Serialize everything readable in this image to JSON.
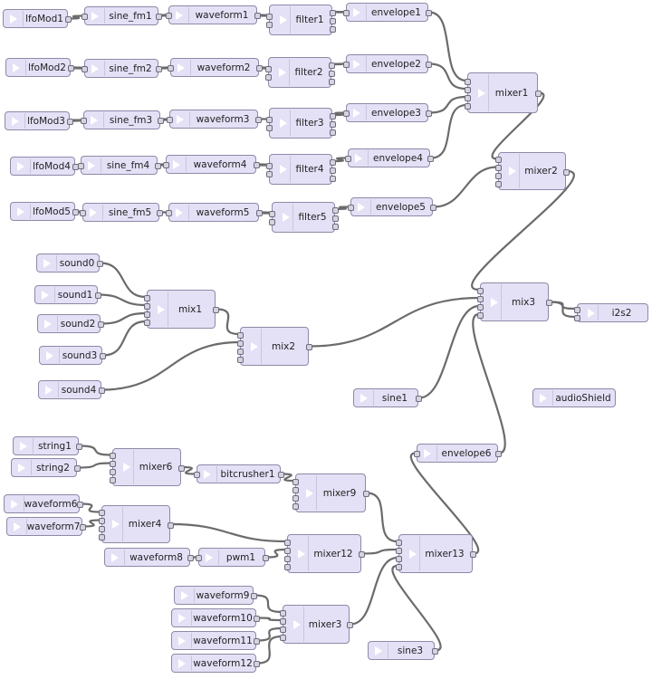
{
  "nodes": [
    {
      "id": "lfoMod1",
      "label": "lfoMod1",
      "in": 0,
      "out": 1
    },
    {
      "id": "sine_fm1",
      "label": "sine_fm1",
      "in": 1,
      "out": 1
    },
    {
      "id": "waveform1",
      "label": "waveform1",
      "in": 1,
      "out": 1
    },
    {
      "id": "filter1",
      "label": "filter1",
      "in": 2,
      "out": 3
    },
    {
      "id": "envelope1",
      "label": "envelope1",
      "in": 1,
      "out": 1
    },
    {
      "id": "lfoMod2",
      "label": "lfoMod2",
      "in": 0,
      "out": 1
    },
    {
      "id": "sine_fm2",
      "label": "sine_fm2",
      "in": 1,
      "out": 1
    },
    {
      "id": "waveform2",
      "label": "waveform2",
      "in": 1,
      "out": 1
    },
    {
      "id": "filter2",
      "label": "filter2",
      "in": 2,
      "out": 3
    },
    {
      "id": "envelope2",
      "label": "envelope2",
      "in": 1,
      "out": 1
    },
    {
      "id": "lfoMod3",
      "label": "lfoMod3",
      "in": 0,
      "out": 1
    },
    {
      "id": "sine_fm3",
      "label": "sine_fm3",
      "in": 1,
      "out": 1
    },
    {
      "id": "waveform3",
      "label": "waveform3",
      "in": 1,
      "out": 1
    },
    {
      "id": "filter3",
      "label": "filter3",
      "in": 2,
      "out": 3
    },
    {
      "id": "envelope3",
      "label": "envelope3",
      "in": 1,
      "out": 1
    },
    {
      "id": "lfoMod4",
      "label": "lfoMod4",
      "in": 0,
      "out": 1
    },
    {
      "id": "sine_fm4",
      "label": "sine_fm4",
      "in": 1,
      "out": 1
    },
    {
      "id": "waveform4",
      "label": "waveform4",
      "in": 1,
      "out": 1
    },
    {
      "id": "filter4",
      "label": "filter4",
      "in": 2,
      "out": 3
    },
    {
      "id": "envelope4",
      "label": "envelope4",
      "in": 1,
      "out": 1
    },
    {
      "id": "lfoMod5",
      "label": "lfoMod5",
      "in": 0,
      "out": 1
    },
    {
      "id": "sine_fm5",
      "label": "sine_fm5",
      "in": 1,
      "out": 1
    },
    {
      "id": "waveform5",
      "label": "waveform5",
      "in": 1,
      "out": 1
    },
    {
      "id": "filter5",
      "label": "filter5",
      "in": 2,
      "out": 3
    },
    {
      "id": "envelope5",
      "label": "envelope5",
      "in": 1,
      "out": 1
    },
    {
      "id": "mixer1",
      "label": "mixer1",
      "in": 4,
      "out": 1
    },
    {
      "id": "mixer2",
      "label": "mixer2",
      "in": 4,
      "out": 1
    },
    {
      "id": "sound0",
      "label": "sound0",
      "in": 0,
      "out": 1
    },
    {
      "id": "sound1",
      "label": "sound1",
      "in": 0,
      "out": 1
    },
    {
      "id": "sound2",
      "label": "sound2",
      "in": 0,
      "out": 1
    },
    {
      "id": "sound3",
      "label": "sound3",
      "in": 0,
      "out": 1
    },
    {
      "id": "sound4",
      "label": "sound4",
      "in": 0,
      "out": 1
    },
    {
      "id": "mix1",
      "label": "mix1",
      "in": 4,
      "out": 1
    },
    {
      "id": "mix2",
      "label": "mix2",
      "in": 4,
      "out": 1
    },
    {
      "id": "mix3",
      "label": "mix3",
      "in": 4,
      "out": 1
    },
    {
      "id": "i2s2",
      "label": "i2s2",
      "in": 2,
      "out": 0
    },
    {
      "id": "sine1",
      "label": "sine1",
      "in": 0,
      "out": 1
    },
    {
      "id": "audioShield",
      "label": "audioShield",
      "in": 0,
      "out": 0
    },
    {
      "id": "envelope6",
      "label": "envelope6",
      "in": 1,
      "out": 1
    },
    {
      "id": "string1",
      "label": "string1",
      "in": 0,
      "out": 1
    },
    {
      "id": "string2",
      "label": "string2",
      "in": 0,
      "out": 1
    },
    {
      "id": "mixer6",
      "label": "mixer6",
      "in": 4,
      "out": 1
    },
    {
      "id": "bitcrusher1",
      "label": "bitcrusher1",
      "in": 1,
      "out": 1
    },
    {
      "id": "mixer9",
      "label": "mixer9",
      "in": 4,
      "out": 1
    },
    {
      "id": "waveform6",
      "label": "waveform6",
      "in": 0,
      "out": 1
    },
    {
      "id": "waveform7",
      "label": "waveform7",
      "in": 0,
      "out": 1
    },
    {
      "id": "mixer4",
      "label": "mixer4",
      "in": 4,
      "out": 1
    },
    {
      "id": "waveform8",
      "label": "waveform8",
      "in": 0,
      "out": 1
    },
    {
      "id": "pwm1",
      "label": "pwm1",
      "in": 1,
      "out": 1
    },
    {
      "id": "mixer12",
      "label": "mixer12",
      "in": 4,
      "out": 1
    },
    {
      "id": "mixer13",
      "label": "mixer13",
      "in": 4,
      "out": 1
    },
    {
      "id": "waveform9",
      "label": "waveform9",
      "in": 0,
      "out": 1
    },
    {
      "id": "waveform10",
      "label": "waveform10",
      "in": 0,
      "out": 1
    },
    {
      "id": "waveform11",
      "label": "waveform11",
      "in": 0,
      "out": 1
    },
    {
      "id": "waveform12",
      "label": "waveform12",
      "in": 0,
      "out": 1
    },
    {
      "id": "mixer3",
      "label": "mixer3",
      "in": 4,
      "out": 1
    },
    {
      "id": "sine3",
      "label": "sine3",
      "in": 0,
      "out": 1
    }
  ],
  "connections": [
    [
      "lfoMod1",
      0,
      "sine_fm1",
      0
    ],
    [
      "sine_fm1",
      0,
      "waveform1",
      0
    ],
    [
      "waveform1",
      0,
      "filter1",
      0
    ],
    [
      "filter1",
      0,
      "envelope1",
      0
    ],
    [
      "envelope1",
      0,
      "mixer1",
      0
    ],
    [
      "lfoMod2",
      0,
      "sine_fm2",
      0
    ],
    [
      "sine_fm2",
      0,
      "waveform2",
      0
    ],
    [
      "waveform2",
      0,
      "filter2",
      0
    ],
    [
      "filter2",
      0,
      "envelope2",
      0
    ],
    [
      "envelope2",
      0,
      "mixer1",
      1
    ],
    [
      "lfoMod3",
      0,
      "sine_fm3",
      0
    ],
    [
      "sine_fm3",
      0,
      "waveform3",
      0
    ],
    [
      "waveform3",
      0,
      "filter3",
      0
    ],
    [
      "filter3",
      0,
      "envelope3",
      0
    ],
    [
      "envelope3",
      0,
      "mixer1",
      2
    ],
    [
      "lfoMod4",
      0,
      "sine_fm4",
      0
    ],
    [
      "sine_fm4",
      0,
      "waveform4",
      0
    ],
    [
      "waveform4",
      0,
      "filter4",
      0
    ],
    [
      "filter4",
      0,
      "envelope4",
      0
    ],
    [
      "envelope4",
      0,
      "mixer1",
      3
    ],
    [
      "lfoMod5",
      0,
      "sine_fm5",
      0
    ],
    [
      "sine_fm5",
      0,
      "waveform5",
      0
    ],
    [
      "waveform5",
      0,
      "filter5",
      0
    ],
    [
      "filter5",
      0,
      "envelope5",
      0
    ],
    [
      "envelope5",
      0,
      "mixer2",
      1
    ],
    [
      "mixer1",
      0,
      "mixer2",
      0
    ],
    [
      "mixer2",
      0,
      "mix3",
      0
    ],
    [
      "sound0",
      0,
      "mix1",
      0
    ],
    [
      "sound1",
      0,
      "mix1",
      1
    ],
    [
      "sound2",
      0,
      "mix1",
      2
    ],
    [
      "sound3",
      0,
      "mix1",
      3
    ],
    [
      "mix1",
      0,
      "mix2",
      0
    ],
    [
      "sound4",
      0,
      "mix2",
      1
    ],
    [
      "mix2",
      0,
      "mix3",
      1
    ],
    [
      "sine1",
      0,
      "mix3",
      2
    ],
    [
      "envelope6",
      0,
      "mix3",
      3
    ],
    [
      "mix3",
      0,
      "i2s2",
      0
    ],
    [
      "mix3",
      0,
      "i2s2",
      1
    ],
    [
      "string1",
      0,
      "mixer6",
      0
    ],
    [
      "string2",
      0,
      "mixer6",
      1
    ],
    [
      "mixer6",
      0,
      "bitcrusher1",
      0
    ],
    [
      "bitcrusher1",
      0,
      "mixer9",
      0
    ],
    [
      "waveform6",
      0,
      "mixer4",
      0
    ],
    [
      "waveform7",
      0,
      "mixer4",
      1
    ],
    [
      "mixer4",
      0,
      "mixer12",
      0
    ],
    [
      "waveform8",
      0,
      "pwm1",
      0
    ],
    [
      "pwm1",
      0,
      "mixer12",
      1
    ],
    [
      "mixer9",
      0,
      "mixer13",
      0
    ],
    [
      "mixer12",
      0,
      "mixer13",
      1
    ],
    [
      "mixer3",
      0,
      "mixer13",
      2
    ],
    [
      "sine3",
      0,
      "mixer13",
      3
    ],
    [
      "mixer13",
      0,
      "envelope6",
      0
    ],
    [
      "waveform9",
      0,
      "mixer3",
      0
    ],
    [
      "waveform10",
      0,
      "mixer3",
      1
    ],
    [
      "waveform11",
      0,
      "mixer3",
      2
    ],
    [
      "waveform12",
      0,
      "mixer3",
      3
    ]
  ]
}
